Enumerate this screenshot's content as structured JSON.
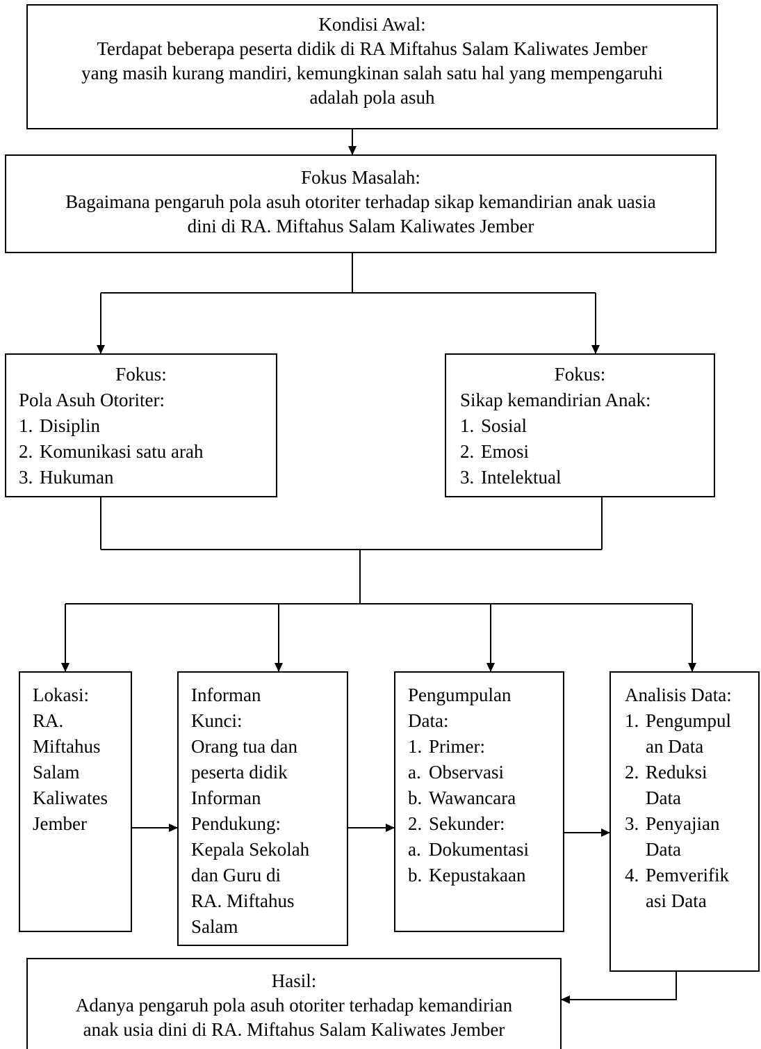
{
  "kondisi_awal": {
    "title": "Kondisi Awal:",
    "lines": [
      "Terdapat beberapa peserta didik di RA Miftahus Salam Kaliwates Jember",
      "yang masih kurang mandiri, kemungkinan salah satu hal yang mempengaruhi",
      "adalah pola asuh"
    ]
  },
  "fokus_masalah": {
    "title": "Fokus Masalah:",
    "lines": [
      "Bagaimana pengaruh pola asuh otoriter terhadap sikap kemandirian anak uasia",
      "dini di RA. Miftahus Salam Kaliwates Jember"
    ]
  },
  "fokus_pola_asuh": {
    "title": "Fokus:",
    "subtitle": "Pola Asuh Otoriter:",
    "items": [
      {
        "marker": "1.",
        "text": "Disiplin"
      },
      {
        "marker": "2.",
        "text": "Komunikasi satu arah"
      },
      {
        "marker": "3.",
        "text": "Hukuman"
      }
    ]
  },
  "fokus_kemandirian": {
    "title": "Fokus:",
    "subtitle": "Sikap kemandirian Anak:",
    "items": [
      {
        "marker": "1.",
        "text": "Sosial"
      },
      {
        "marker": "2.",
        "text": "Emosi"
      },
      {
        "marker": "3.",
        "text": "Intelektual"
      }
    ]
  },
  "lokasi": {
    "lines": [
      "Lokasi:",
      "RA.",
      "Miftahus",
      "Salam",
      "Kaliwates",
      "Jember"
    ]
  },
  "informan": {
    "lines": [
      "Informan",
      "Kunci:",
      "Orang tua dan",
      "peserta didik",
      "Informan",
      "Pendukung:",
      "Kepala Sekolah",
      "dan Guru di",
      "RA. Miftahus",
      "Salam"
    ]
  },
  "pengumpulan": {
    "lines": [
      "Pengumpulan",
      "Data:"
    ],
    "items": [
      {
        "marker": "1.",
        "text": "Primer:"
      },
      {
        "marker": "a.",
        "text": "Observasi"
      },
      {
        "marker": "b.",
        "text": "Wawancara"
      },
      {
        "marker": "2.",
        "text": "Sekunder:"
      },
      {
        "marker": "a.",
        "text": "Dokumentasi"
      },
      {
        "marker": "b.",
        "text": "Kepustakaan"
      }
    ]
  },
  "analisis": {
    "title": "Analisis Data:",
    "items": [
      {
        "marker": "1.",
        "lines": [
          "Pengumpul",
          "an Data"
        ]
      },
      {
        "marker": "2.",
        "lines": [
          "Reduksi",
          "Data"
        ]
      },
      {
        "marker": "3.",
        "lines": [
          "Penyajian",
          "Data"
        ]
      },
      {
        "marker": "4.",
        "lines": [
          "Pemverifik",
          "asi Data"
        ]
      }
    ]
  },
  "hasil": {
    "title": "Hasil:",
    "lines": [
      "Adanya pengaruh pola asuh otoriter terhadap kemandirian",
      "anak usia dini di RA. Miftahus Salam Kaliwates Jember"
    ]
  }
}
